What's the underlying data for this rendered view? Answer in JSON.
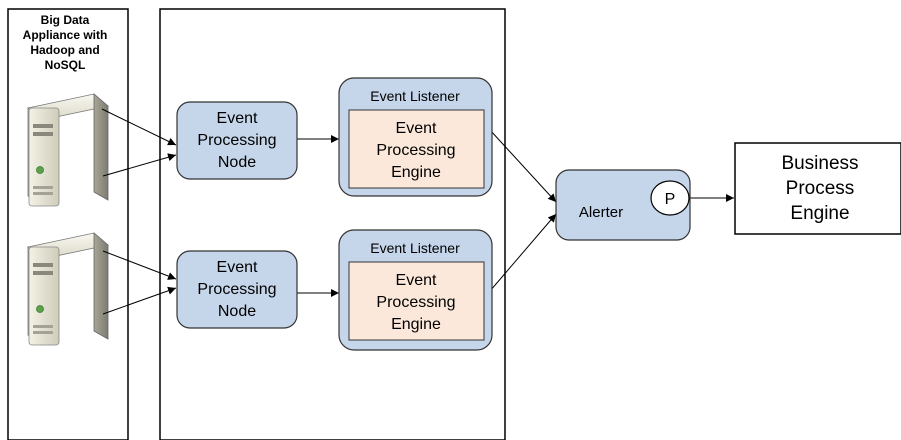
{
  "appliance": {
    "label_lines": [
      "Big Data",
      "Appliance with",
      "Hadoop and",
      "NoSQL"
    ]
  },
  "nodes": [
    {
      "lines": [
        "Event",
        "Processing",
        "Node"
      ]
    },
    {
      "lines": [
        "Event",
        "Processing",
        "Node"
      ]
    }
  ],
  "listeners": [
    {
      "title": "Event Listener",
      "engine_lines": [
        "Event",
        "Processing",
        "Engine"
      ]
    },
    {
      "title": "Event Listener",
      "engine_lines": [
        "Event",
        "Processing",
        "Engine"
      ]
    }
  ],
  "alerter": {
    "label": "Alerter",
    "port": "P"
  },
  "bpe": {
    "lines": [
      "Business",
      "Process",
      "Engine"
    ]
  },
  "colors": {
    "node_fill": "#c5d5ea",
    "node_stroke": "#333333",
    "engine_fill": "#fbe8da",
    "line": "#000000",
    "server_body": "#e6e3d2",
    "server_side": "#9c9a8c"
  },
  "icons": [
    "server-icon",
    "server-icon"
  ]
}
